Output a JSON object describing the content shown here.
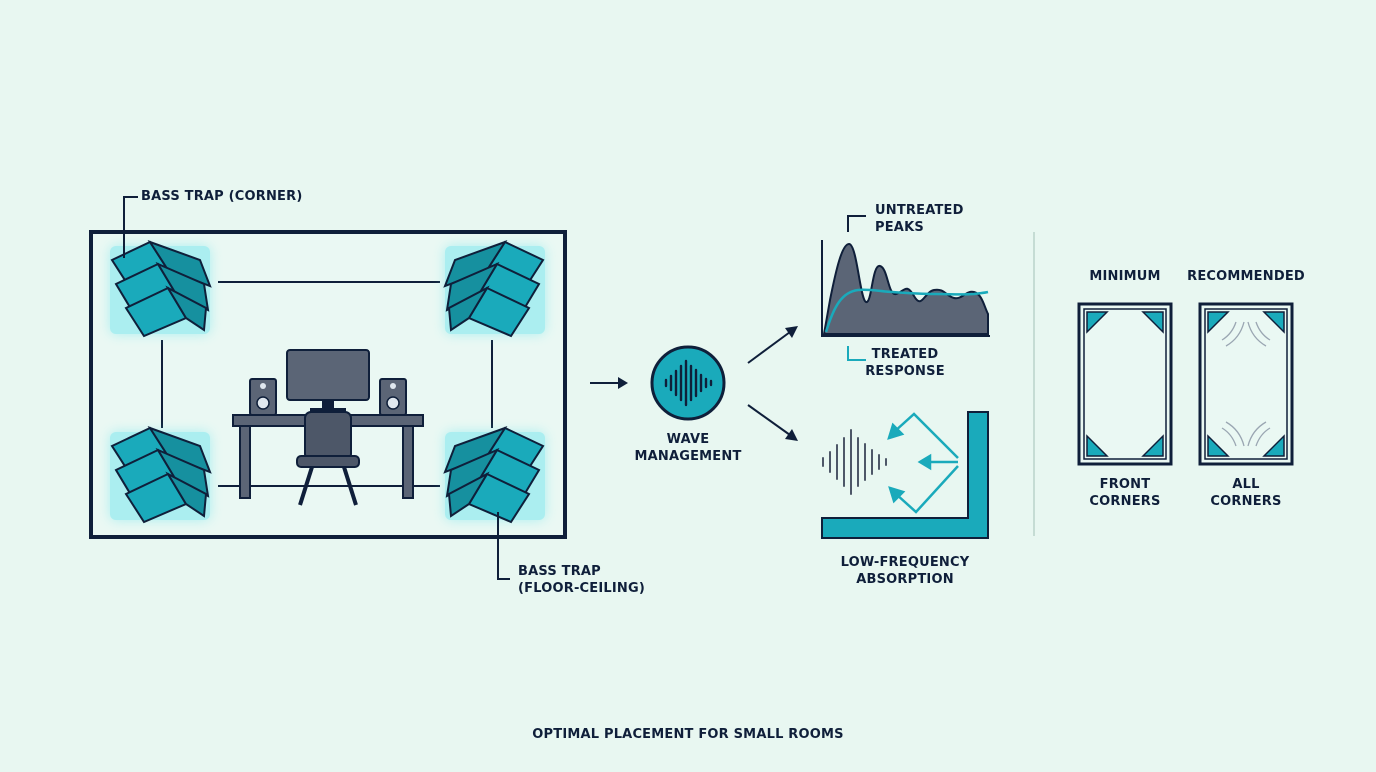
{
  "labels": {
    "bass_trap_corner": "BASS TRAP (CORNER)",
    "bass_trap_floor_line1": "BASS TRAP",
    "bass_trap_floor_line2": "(FLOOR-CEILING)",
    "wave_line1": "WAVE",
    "wave_line2": "MANAGEMENT",
    "untreated_line1": "UNTREATED",
    "untreated_line2": "PEAKS",
    "treated_line1": "TREATED",
    "treated_line2": "RESPONSE",
    "absorption_line1": "LOW-FREQUENCY",
    "absorption_line2": "ABSORPTION",
    "minimum": "MINIMUM",
    "recommended": "RECOMMENDED",
    "front_line1": "FRONT",
    "front_line2": "CORNERS",
    "all_line1": "ALL",
    "all_line2": "CORNERS",
    "footer": "OPTIMAL PLACEMENT FOR SMALL ROOMS"
  },
  "colors": {
    "background": "#e8f7f1",
    "navy": "#0f1f3a",
    "teal": "#1aaabb",
    "teal_glow": "#5fe3ee",
    "slate": "#4d5768",
    "desk": "#5b6576"
  },
  "icons": {
    "room": "room-plan-icon",
    "trap": "bass-trap-icon",
    "desk": "desk-icon",
    "monitor": "monitor-icon",
    "speaker": "speaker-icon",
    "chair": "chair-icon",
    "wave": "sound-wave-icon"
  }
}
